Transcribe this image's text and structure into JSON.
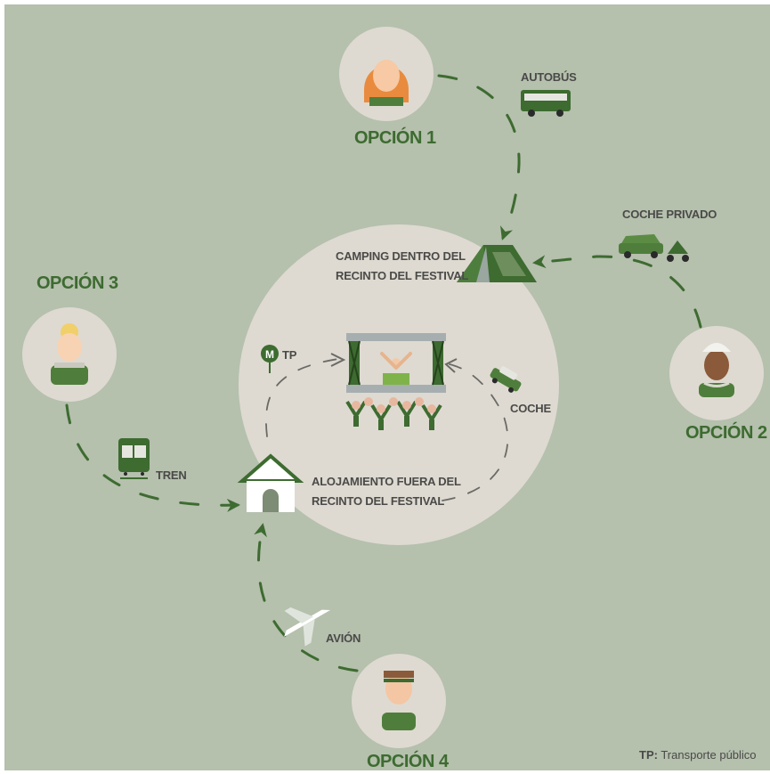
{
  "options": {
    "opt1": "OPCIÓN 1",
    "opt2": "OPCIÓN 2",
    "opt3": "OPCIÓN 3",
    "opt4": "OPCIÓN 4"
  },
  "transport": {
    "bus": "AUTOBÚS",
    "private_car": "COCHE PRIVADO",
    "train": "TREN",
    "plane": "AVIÓN",
    "car": "COCHE",
    "public_transport": "TP"
  },
  "places": {
    "camping_line1": "CAMPING DENTRO DEL",
    "camping_line2": "RECINTO DEL FESTIVAL",
    "lodging_line1": "ALOJAMIENTO FUERA DEL",
    "lodging_line2": "RECINTO DEL FESTIVAL"
  },
  "footnote": {
    "abbr": "TP:",
    "text": "Transporte público"
  },
  "colors": {
    "background": "#b5c0ad",
    "circle": "#dedad1",
    "accent_green": "#3d6b30",
    "text_grey": "#4a4a48"
  },
  "icons": [
    "bus-icon",
    "car-icon",
    "scooter-icon",
    "train-icon",
    "plane-icon",
    "tent-icon",
    "house-icon",
    "stage-icon",
    "crowd-icon",
    "metro-pin-icon"
  ]
}
